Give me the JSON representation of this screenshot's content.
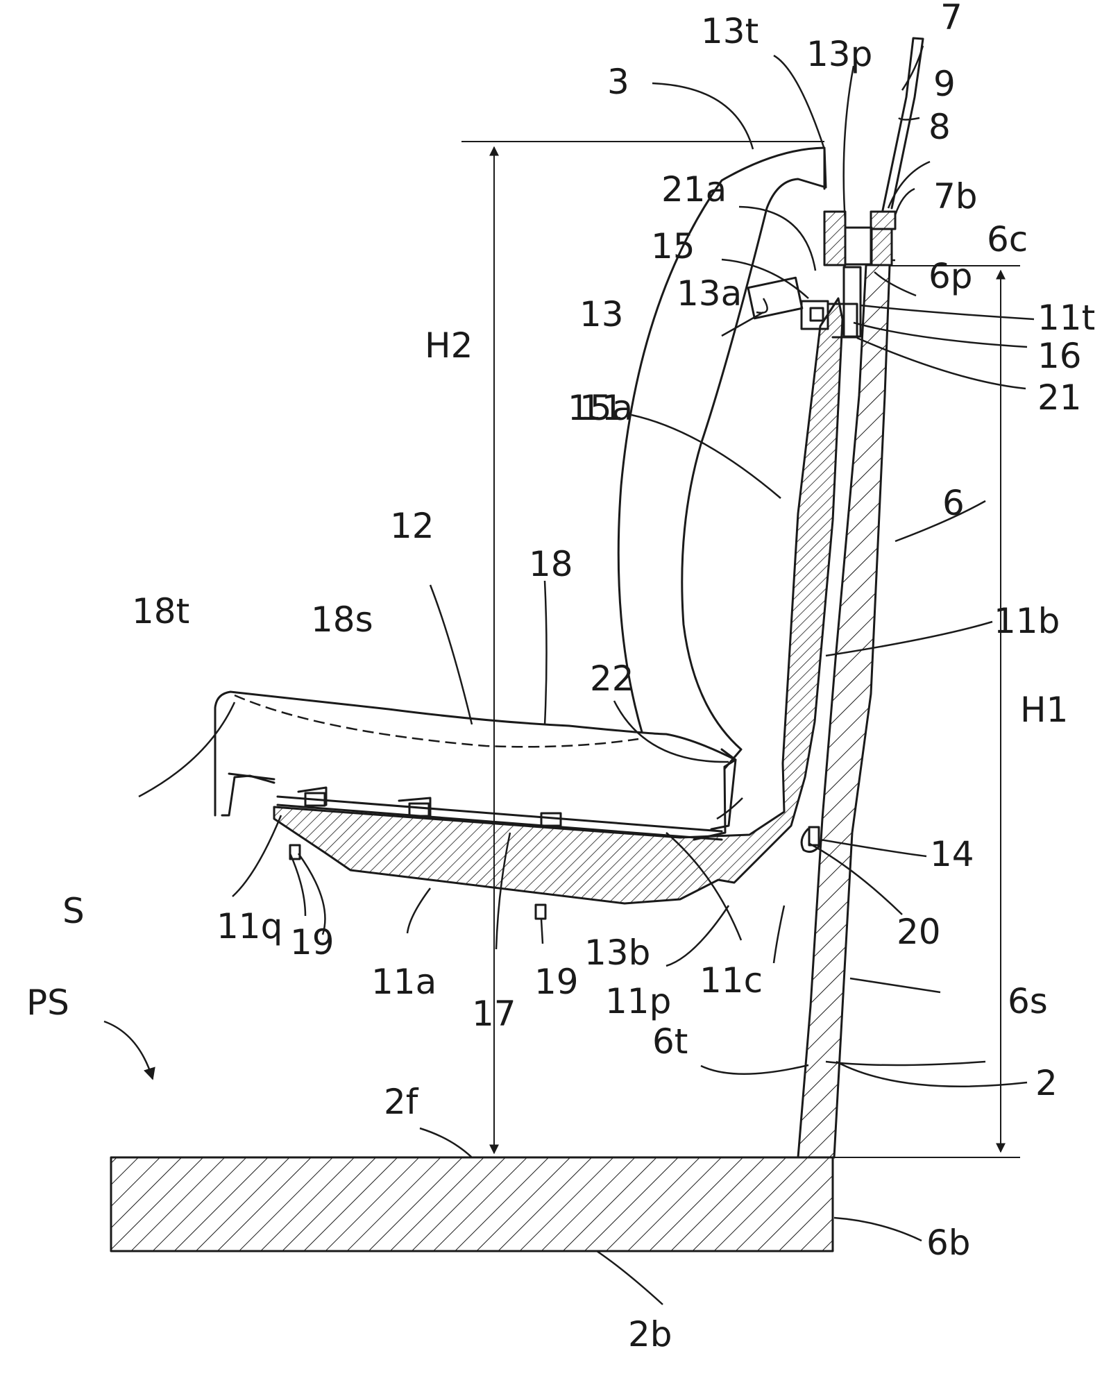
{
  "labels": {
    "7": "7",
    "9": "9",
    "8": "8",
    "7b": "7b",
    "6c": "6c",
    "6p": "6p",
    "11t": "11t",
    "16": "16",
    "21": "21",
    "13t": "13t",
    "13p": "13p",
    "3": "3",
    "21a": "21a",
    "15": "15",
    "13a": "13a",
    "13": "13",
    "15a": "15a",
    "H2": "H2",
    "11": "11",
    "6": "6",
    "12": "12",
    "18": "18",
    "18t": "18t",
    "18s": "18s",
    "11b": "11b",
    "H1": "H1",
    "22": "22",
    "14": "14",
    "S": "S",
    "20": "20",
    "11q": "11q",
    "19a": "19",
    "11a": "11a",
    "19b": "19",
    "13b": "13b",
    "11p": "11p",
    "11c": "11c",
    "PS": "PS",
    "17": "17",
    "6s": "6s",
    "6t": "6t",
    "2": "2",
    "2f": "2f",
    "6b": "6b",
    "2b": "2b"
  }
}
